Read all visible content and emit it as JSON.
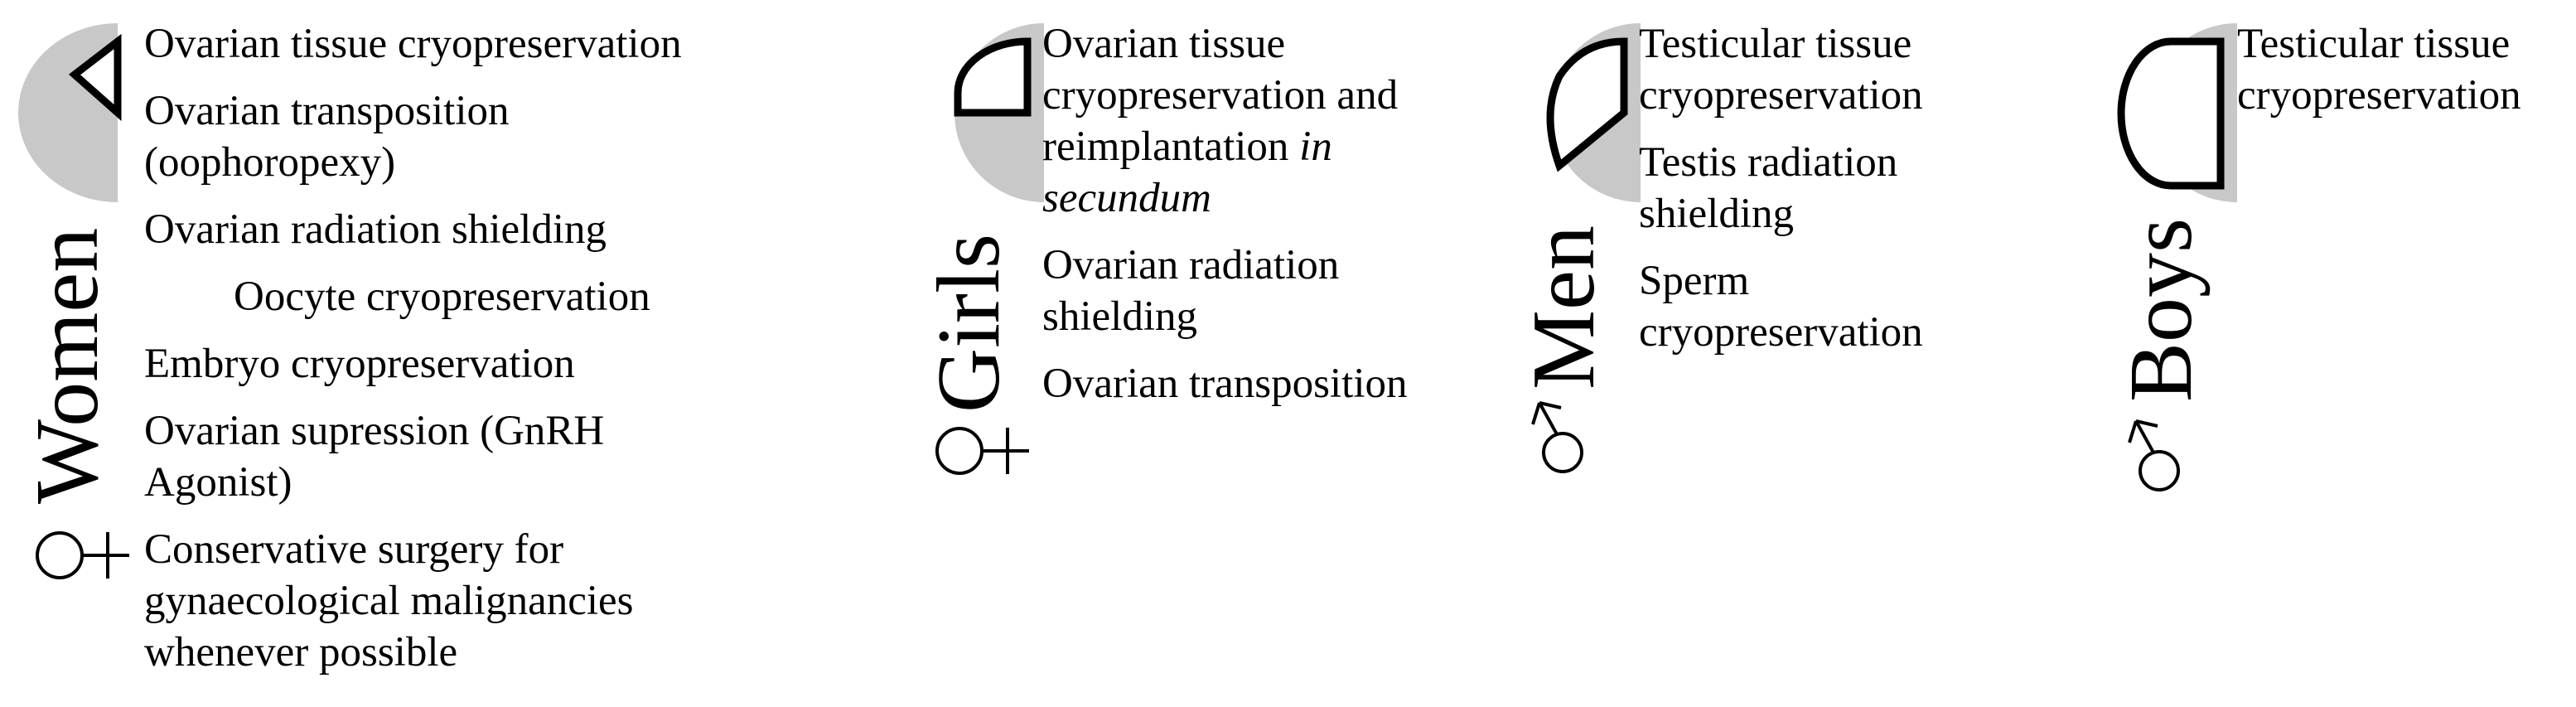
{
  "groups": [
    {
      "label": "Women",
      "symbol": "female",
      "items": [
        "Ovarian tissue cryopreservation",
        "Ovarian transposition (oophoropexy)",
        "Ovarian radiation shielding",
        "Oocyte cryopreservation",
        "Embryo cryopreservation",
        "Ovarian supression (GnRH Agonist)",
        "Conservative surgery for gynaecological malignancies whenever possible"
      ]
    },
    {
      "label": "Girls",
      "symbol": "female",
      "items": [
        {
          "text": "Ovarian tissue cryopreservation and reimplantation",
          "italic": "in secundum"
        },
        "Ovarian radiation shielding",
        "Ovarian transposition"
      ]
    },
    {
      "label": "Men",
      "symbol": "male",
      "items": [
        "Testicular tissue cryopreservation",
        "Testis radiation shielding",
        "Sperm cryopreservation"
      ]
    },
    {
      "label": "Boys",
      "symbol": "male",
      "items": [
        "Testicular tissue cryopreservation"
      ]
    }
  ],
  "colors": {
    "disc": "#c8c8c8",
    "stroke": "#000000",
    "background": "#ffffff"
  }
}
